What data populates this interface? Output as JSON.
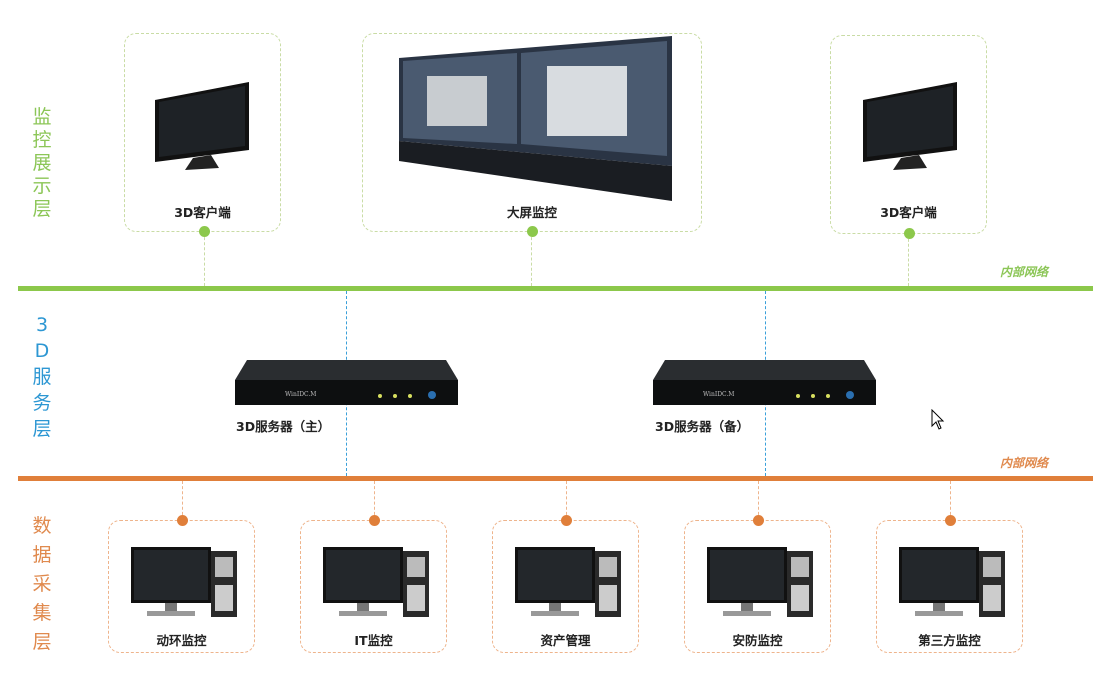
{
  "layers": {
    "display": {
      "label": [
        "监",
        "控",
        "展",
        "示",
        "层"
      ],
      "color": "#8cc657"
    },
    "server": {
      "label": [
        "3",
        "D",
        "服",
        "务",
        "层"
      ],
      "color": "#2d97d3"
    },
    "data": {
      "label": [
        "数",
        "据",
        "采",
        "集",
        "层"
      ],
      "color": "#e08a4e"
    }
  },
  "networks": {
    "top": "内部网络",
    "bottom": "内部网络",
    "top_color": "#8cc84b",
    "bottom_color": "#e07f3a"
  },
  "display_nodes": [
    {
      "label": "3D客户端",
      "icon": "tv-icon"
    },
    {
      "label": "大屏监控",
      "icon": "video-wall-icon"
    },
    {
      "label": "3D客户端",
      "icon": "tv-icon"
    }
  ],
  "servers": [
    {
      "label": "3D服务器（主）",
      "brand": "WinIDC.M"
    },
    {
      "label": "3D服务器（备）",
      "brand": "WinIDC.M"
    }
  ],
  "data_nodes": [
    {
      "label": "动环监控"
    },
    {
      "label": "IT监控"
    },
    {
      "label": "资产管理"
    },
    {
      "label": "安防监控"
    },
    {
      "label": "第三方监控"
    }
  ]
}
